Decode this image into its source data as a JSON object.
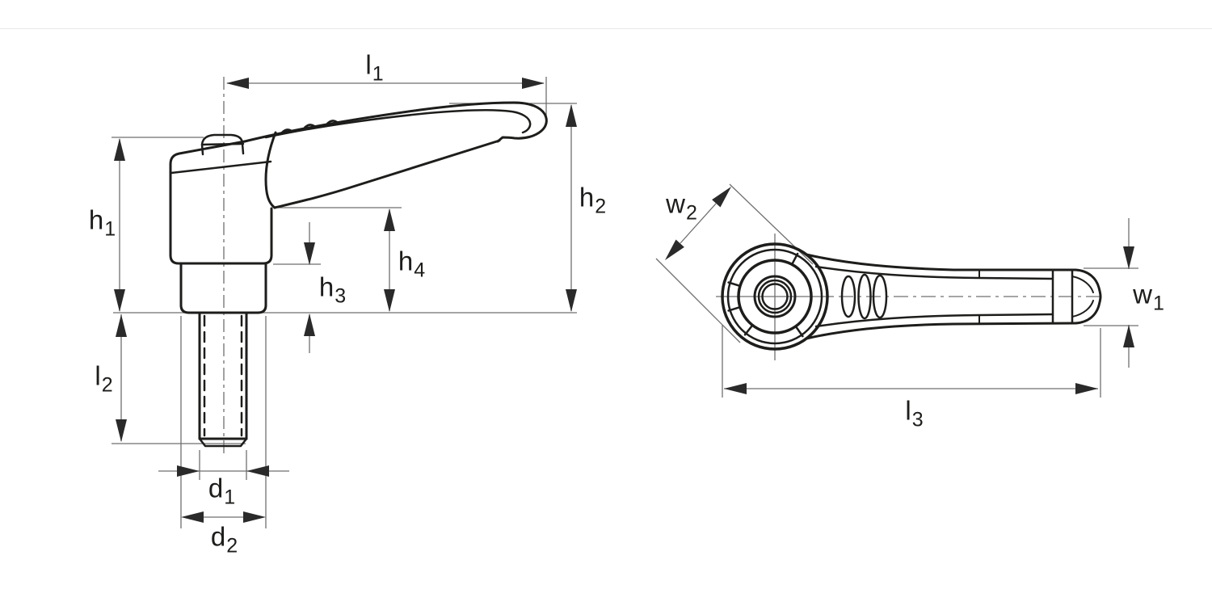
{
  "page": {
    "background": "#ffffff",
    "top_divider_color": "#e8e8e8"
  },
  "drawing": {
    "kind": "technical dimension drawing",
    "subject": "adjustable clamping lever with threaded stud",
    "views": [
      "side view with threaded stud",
      "top view of lever handle"
    ]
  },
  "colors": {
    "outline": "#1d1d1b",
    "dimension_line": "#6f6f6f",
    "arrowhead": "#2a2a2a",
    "label_text": "#1d1d1b"
  },
  "labels": {
    "l1": {
      "base": "l",
      "sub": "1"
    },
    "h1": {
      "base": "h",
      "sub": "1"
    },
    "h2": {
      "base": "h",
      "sub": "2"
    },
    "h3": {
      "base": "h",
      "sub": "3"
    },
    "h4": {
      "base": "h",
      "sub": "4"
    },
    "l2": {
      "base": "l",
      "sub": "2"
    },
    "d1": {
      "base": "d",
      "sub": "1"
    },
    "d2": {
      "base": "d",
      "sub": "2"
    },
    "w1": {
      "base": "w",
      "sub": "1"
    },
    "w2": {
      "base": "w",
      "sub": "2"
    },
    "l3": {
      "base": "l",
      "sub": "3"
    }
  }
}
